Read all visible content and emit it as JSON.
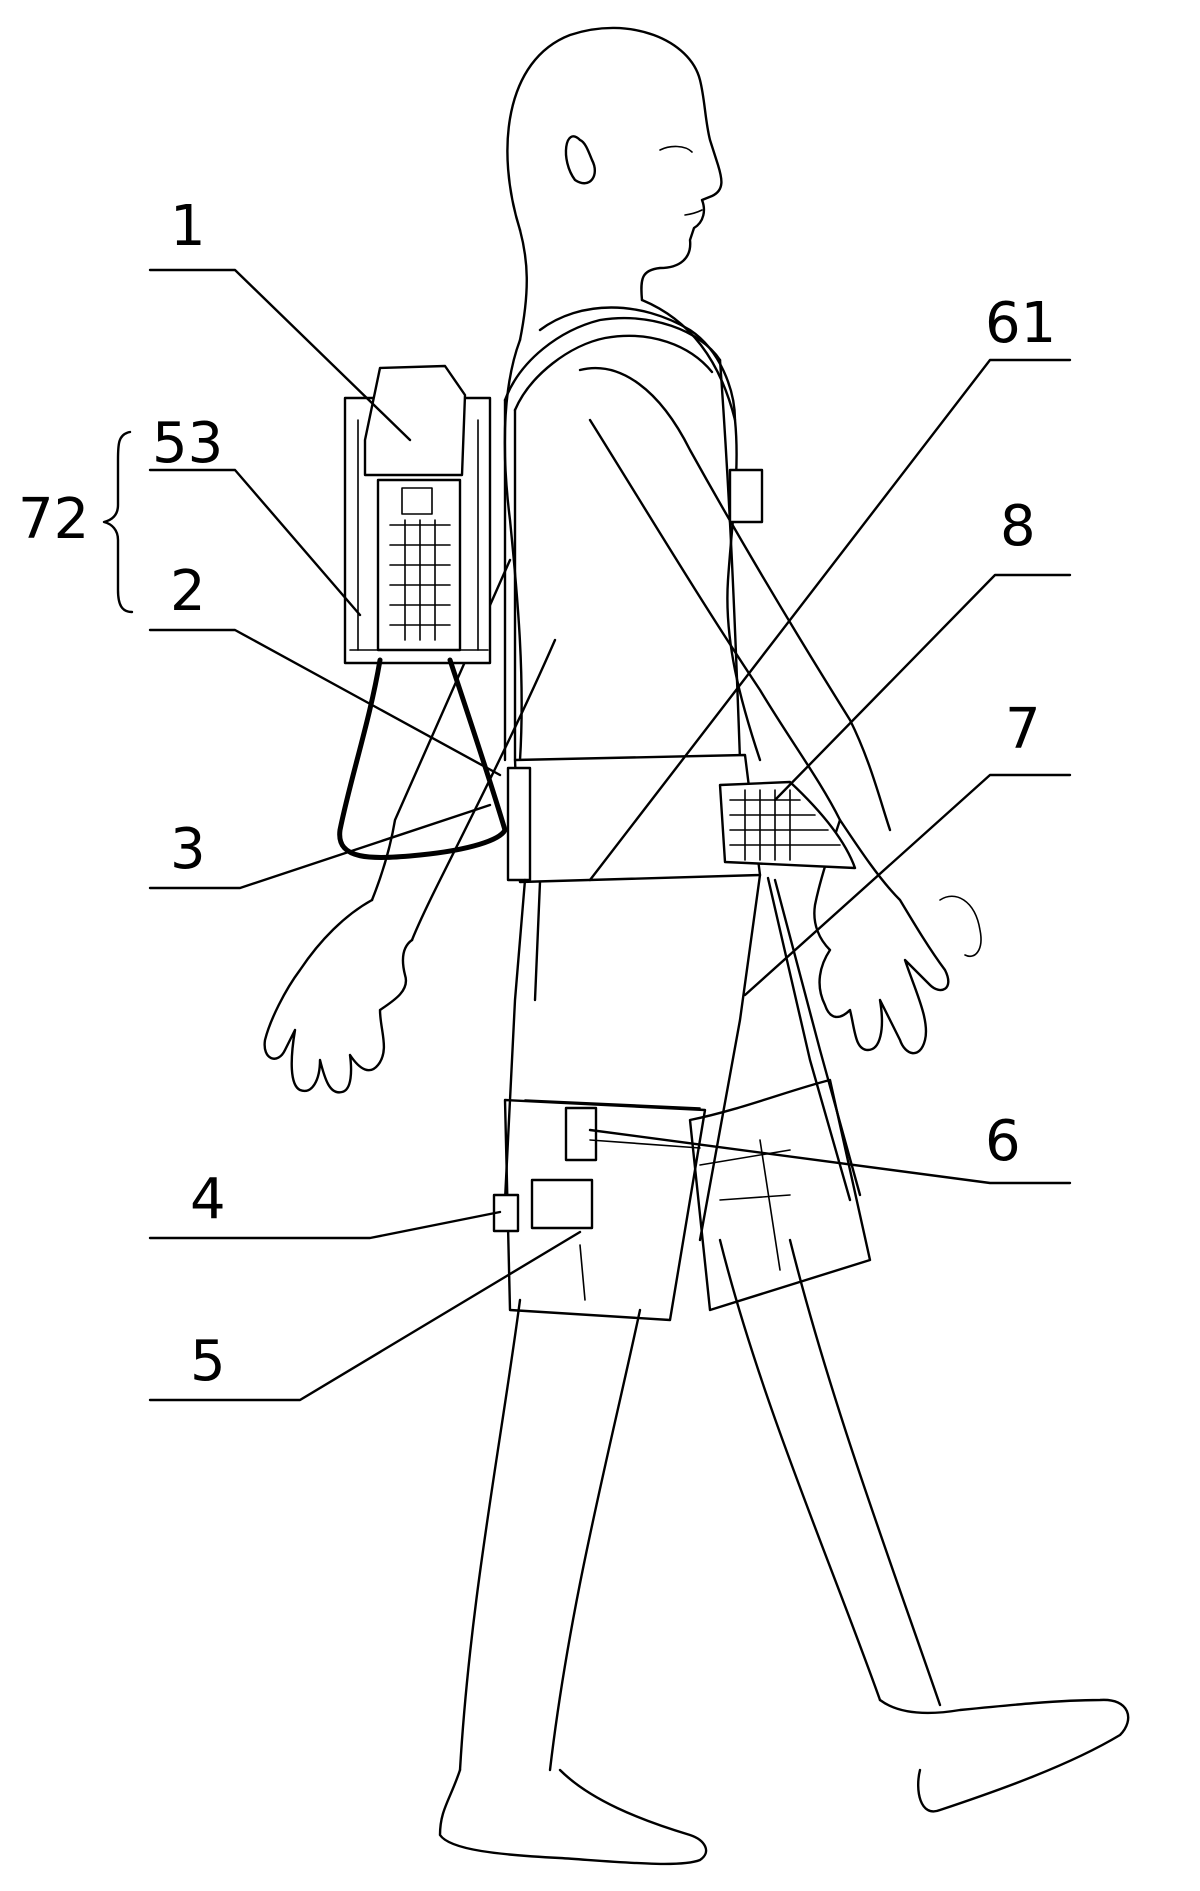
{
  "labels": {
    "l1": "1",
    "l53": "53",
    "l72": "72",
    "l2": "2",
    "l3": "3",
    "l61": "61",
    "l8": "8",
    "l7": "7",
    "l6": "6",
    "l4": "4",
    "l5": "5"
  }
}
